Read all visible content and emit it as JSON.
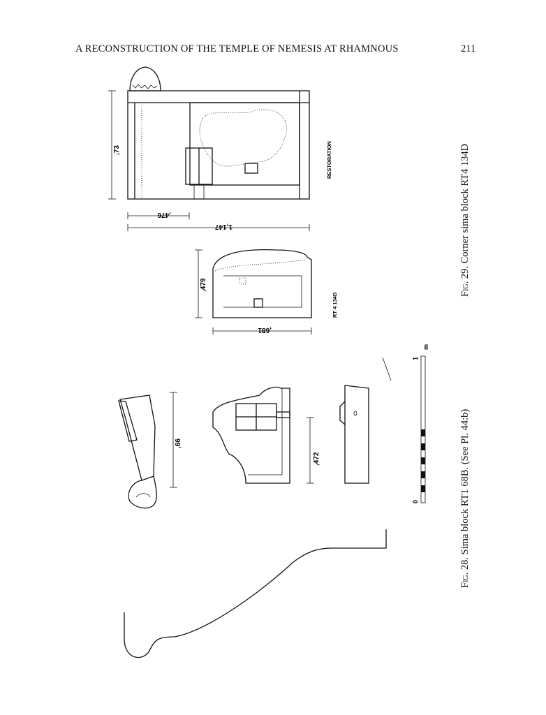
{
  "header": {
    "running_title": "A RECONSTRUCTION OF THE TEMPLE OF NEMESIS AT RHAMNOUS",
    "page_number": "211"
  },
  "figures": {
    "fig29": {
      "caption_prefix": "Fig.",
      "caption_text": " 29. Corner sima block RT4 134D",
      "restoration_label": "RESTORATION",
      "block_label": "RT 4 134D",
      "dimensions": {
        "height": ",73",
        "inner_width": ",476",
        "total_width": "1,147",
        "block_height": ",479",
        "block_width": ",681"
      }
    },
    "fig28": {
      "caption_prefix": "Fig.",
      "caption_text": " 28. Sima block RT1 68B. (See Pl. 44:b)",
      "dimensions": {
        "profile_height": ",66",
        "block_dim": ",472"
      },
      "scale": {
        "start": "0",
        "end": "1",
        "unit": "m"
      }
    }
  }
}
